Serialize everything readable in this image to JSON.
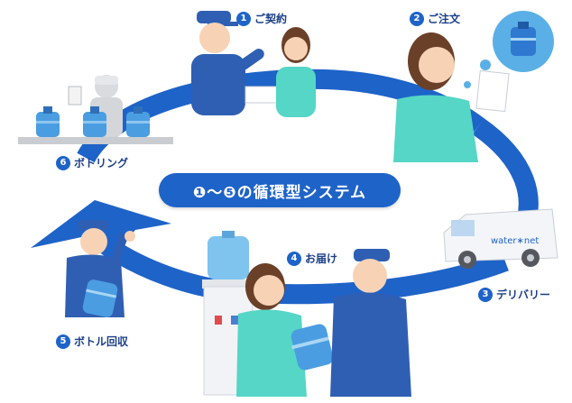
{
  "banner": {
    "text": "❶〜❺の循環型システム"
  },
  "steps": [
    {
      "num": "1",
      "label": "ご契約"
    },
    {
      "num": "2",
      "label": "ご注文"
    },
    {
      "num": "3",
      "label": "デリバリー"
    },
    {
      "num": "4",
      "label": "お届け"
    },
    {
      "num": "5",
      "label": "ボトル回収"
    },
    {
      "num": "6",
      "label": "ボトリング"
    }
  ],
  "truck": {
    "brand": "water∗net"
  },
  "colors": {
    "arrow": "#1e63c8",
    "banner": "#1e63c8",
    "uniform": "#2f5fb3",
    "shirt": "#55d6c6",
    "skin": "#f7d2b5",
    "hair": "#6b4029",
    "bottle": "#4a9de0"
  }
}
